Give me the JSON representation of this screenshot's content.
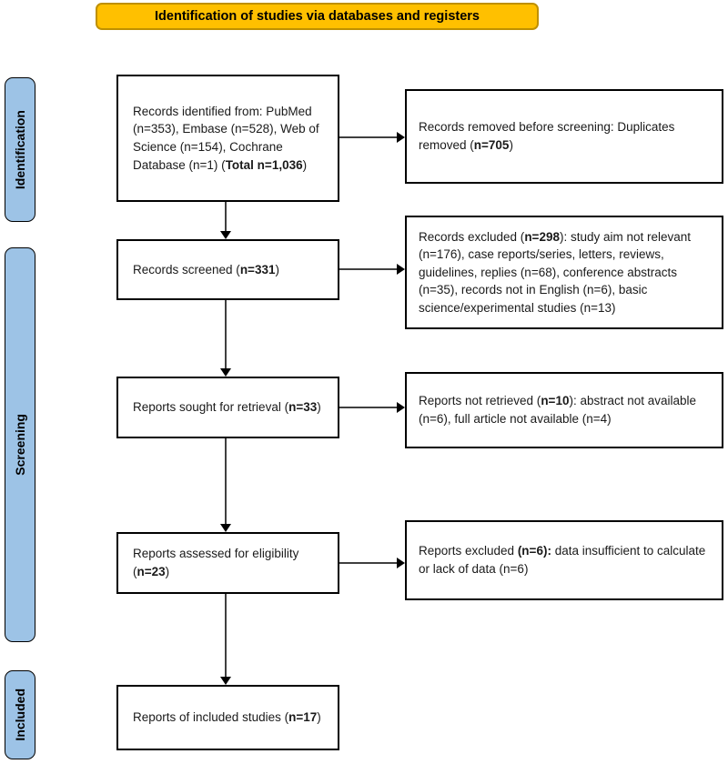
{
  "colors": {
    "banner-bg": "#FFC000",
    "banner-border": "#BF9000",
    "sidebar-bg": "#9DC3E6",
    "box-border": "#000000",
    "arrow": "#3F3F3F"
  },
  "banner": {
    "label": "Identification of studies via databases and registers"
  },
  "sidebar": {
    "items": [
      {
        "label": "Identification"
      },
      {
        "label": "Screening"
      },
      {
        "label": "Included"
      }
    ]
  },
  "flow": {
    "main": [
      {
        "id": "records-identified",
        "segments": [
          {
            "t": "Records identified from: PubMed (n=353), Embase (n=528), Web of Science (n=154), Cochrane Database (n=1) (",
            "b": false
          },
          {
            "t": "Total n=1,036",
            "b": true
          },
          {
            "t": ")",
            "b": false
          }
        ]
      },
      {
        "id": "records-screened",
        "segments": [
          {
            "t": "Records screened (",
            "b": false
          },
          {
            "t": "n=331",
            "b": true
          },
          {
            "t": ")",
            "b": false
          }
        ]
      },
      {
        "id": "reports-sought",
        "segments": [
          {
            "t": "Reports sought for retrieval (",
            "b": false
          },
          {
            "t": "n=33",
            "b": true
          },
          {
            "t": ")",
            "b": false
          }
        ]
      },
      {
        "id": "reports-assessed",
        "segments": [
          {
            "t": "Reports assessed for eligibility (",
            "b": false
          },
          {
            "t": "n=23",
            "b": true
          },
          {
            "t": ")",
            "b": false
          }
        ]
      },
      {
        "id": "reports-included",
        "segments": [
          {
            "t": "Reports of included studies (",
            "b": false
          },
          {
            "t": "n=17",
            "b": true
          },
          {
            "t": ")",
            "b": false
          }
        ]
      }
    ],
    "side": [
      {
        "id": "records-removed",
        "segments": [
          {
            "t": "Records removed before screening: Duplicates removed (",
            "b": false
          },
          {
            "t": "n=705",
            "b": true
          },
          {
            "t": ")",
            "b": false
          }
        ]
      },
      {
        "id": "records-excluded",
        "segments": [
          {
            "t": "Records excluded (",
            "b": false
          },
          {
            "t": "n=298",
            "b": true
          },
          {
            "t": "): study aim not relevant (n=176), case reports/series, letters, reviews, guidelines, replies (n=68), conference abstracts (n=35), records not in English (n=6), basic science/experimental studies (n=13)",
            "b": false
          }
        ]
      },
      {
        "id": "reports-not-retrieved",
        "segments": [
          {
            "t": "Reports not retrieved (",
            "b": false
          },
          {
            "t": "n=10",
            "b": true
          },
          {
            "t": "): abstract not available (n=6), full article not available (n=4)",
            "b": false
          }
        ]
      },
      {
        "id": "reports-excluded",
        "segments": [
          {
            "t": "Reports excluded ",
            "b": false
          },
          {
            "t": "(n=6):",
            "b": true
          },
          {
            "t": " data insufficient to calculate or lack of data (n=6)",
            "b": false
          }
        ]
      }
    ]
  }
}
